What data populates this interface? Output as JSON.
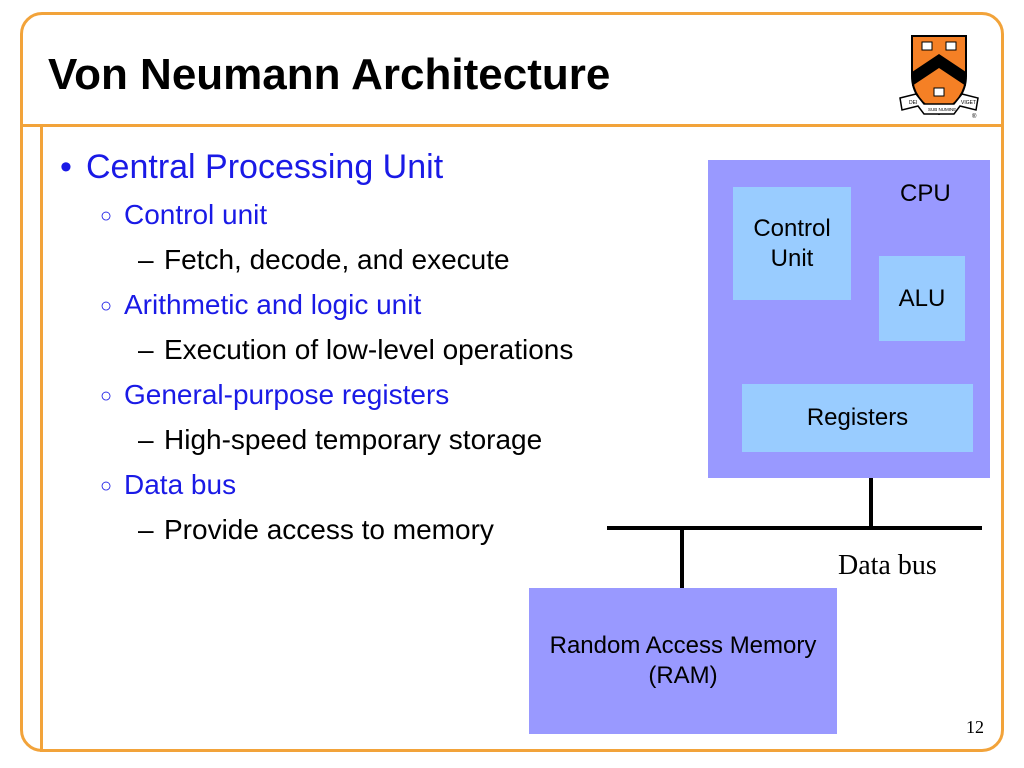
{
  "slide": {
    "title": "Von Neumann Architecture",
    "page_number": "12"
  },
  "logo": {
    "name": "princeton-shield-logo",
    "motto_left": "DEI",
    "motto_center": "SUB NUMINE",
    "motto_right": "VIGET",
    "colors": {
      "shield": "#f58025",
      "chevron": "#000000"
    }
  },
  "bullets": {
    "main": "Central Processing Unit",
    "items": [
      {
        "label": "Control unit",
        "detail": "Fetch, decode, and execute"
      },
      {
        "label": "Arithmetic and logic unit",
        "detail": "Execution of low-level operations"
      },
      {
        "label": "General-purpose registers",
        "detail": "High-speed temporary storage"
      },
      {
        "label": "Data bus",
        "detail": "Provide access to memory"
      }
    ]
  },
  "diagram": {
    "cpu_label": "CPU",
    "control_unit": "Control Unit",
    "alu": "ALU",
    "registers": "Registers",
    "data_bus": "Data bus",
    "ram": "Random Access Memory (RAM)"
  },
  "colors": {
    "accent_frame": "#f2a33a",
    "heading_text": "#1a1ae6",
    "cpu_fill": "#9999ff",
    "component_fill": "#99ccff"
  }
}
